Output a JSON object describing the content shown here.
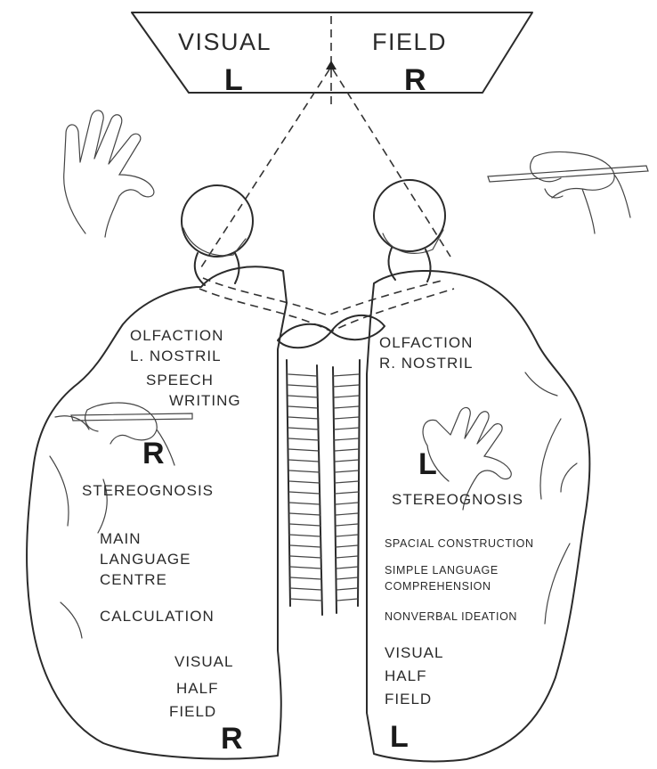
{
  "visual_field": {
    "word_left": "VISUAL",
    "word_right": "FIELD",
    "letter_left": "L",
    "letter_right": "R"
  },
  "left_hemisphere": {
    "olfaction_line1": "OLFACTION",
    "olfaction_line2": "L. NOSTRIL",
    "speech": "SPEECH",
    "writing": "WRITING",
    "hand_letter": "R",
    "stereognosis": "STEREOGNOSIS",
    "main": "MAIN",
    "language": "LANGUAGE",
    "centre": "CENTRE",
    "calculation": "CALCULATION",
    "visual": "VISUAL",
    "half": "HALF",
    "field": "FIELD",
    "field_letter": "R"
  },
  "right_hemisphere": {
    "olfaction_line1": "OLFACTION",
    "olfaction_line2": "R. NOSTRIL",
    "hand_letter": "L",
    "stereognosis": "STEREOGNOSIS",
    "spacial_construction": "SPACIAL CONSTRUCTION",
    "simple_language": "SIMPLE LANGUAGE",
    "comprehension": "COMPREHENSION",
    "nonverbal_ideation": "NONVERBAL IDEATION",
    "visual": "VISUAL",
    "half": "HALF",
    "field": "FIELD",
    "field_letter": "L"
  }
}
